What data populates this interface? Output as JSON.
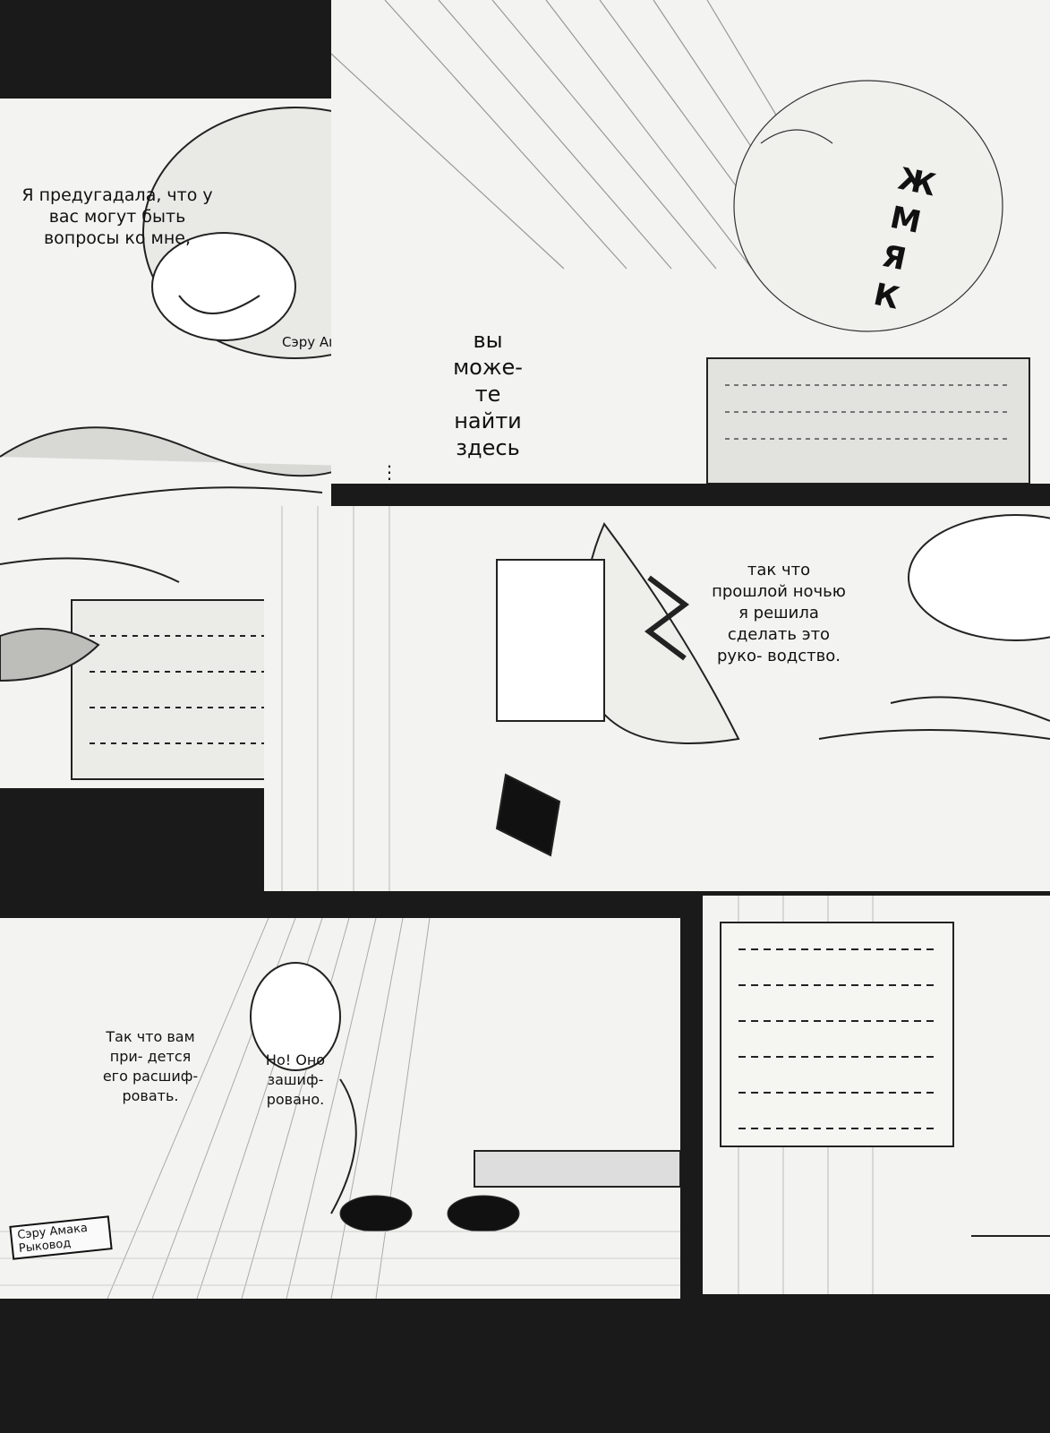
{
  "panel1": {
    "caption": "Я предугадала, что у вас могут быть вопросы ко мне,",
    "board_name": "Сэру Амакадзари"
  },
  "panel2": {
    "caption": "вы може- те найти здесь",
    "dots": "⋮",
    "sfx": "ЖМЯК"
  },
  "panel3": {
    "caption": "так что прошлой ночью я решила сделать это руко- водство."
  },
  "panel4": {
    "caption_left": "Так что вам при- дется его расшиф- ровать.",
    "caption_right": "Но! Оно зашиф- ровано.",
    "sign_line1": "Сэру Амака",
    "sign_line2": "Рыковод"
  }
}
